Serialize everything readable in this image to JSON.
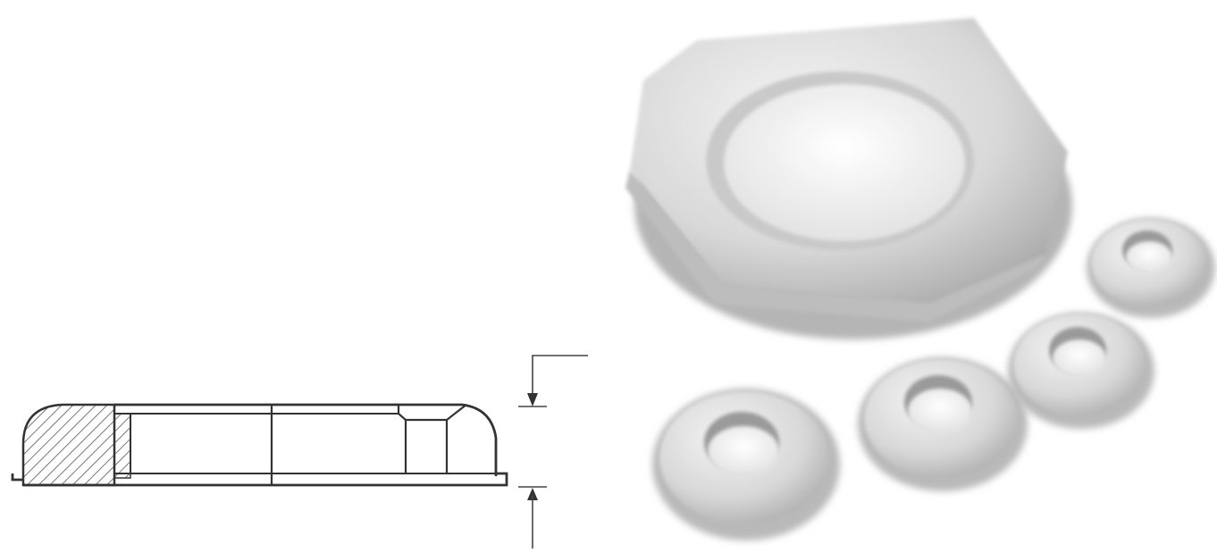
{
  "figure": {
    "drawing": {
      "subject": "locknut-cross-section",
      "hatch_color": "#444444",
      "line_color": "#333333"
    },
    "photo": {
      "subject": "hex-locknuts-assorted-sizes",
      "nut_color": "#dcdcdc",
      "shadow_color": "#9a9a9a",
      "count": 5
    }
  }
}
